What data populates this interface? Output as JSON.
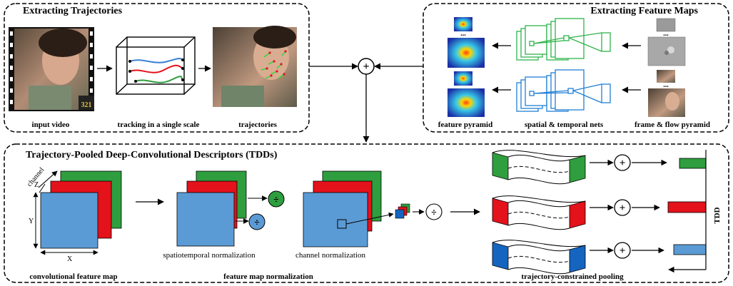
{
  "panels": {
    "top_left_title": "Extracting Trajectories",
    "top_right_title": "Extracting Feature Maps",
    "bottom_title": "Trajectory-Pooled Deep-Convolutional Descriptors (TDDs)"
  },
  "top_left_labels": {
    "input_video": "input video",
    "tracking": "tracking in a single scale",
    "trajectories": "trajectories"
  },
  "top_right_labels": {
    "feature_pyramid": "feature pyramid",
    "nets": "spatial & temporal nets",
    "frame_flow": "frame & flow pyramid",
    "ellipsis": "..."
  },
  "bottom_labels": {
    "channel": "channel",
    "z": "Z",
    "y": "Y",
    "x": "X",
    "conv_map": "convolutional feature map",
    "spatiotemporal": "spatiotemporal normalization",
    "channel_norm": "channel normalization",
    "fm_norm": "feature map normalization",
    "tcp": "trajectory-constrained pooling",
    "tdd": "TDD",
    "divide": "÷",
    "plus": "+",
    "film_badge": "321"
  },
  "colors": {
    "green": "#2e9e3e",
    "red": "#e3121b",
    "blue": "#5b9bd5",
    "dark_blue": "#1565c0",
    "net_green": "#2eb34a",
    "net_blue": "#1f7fd6"
  }
}
